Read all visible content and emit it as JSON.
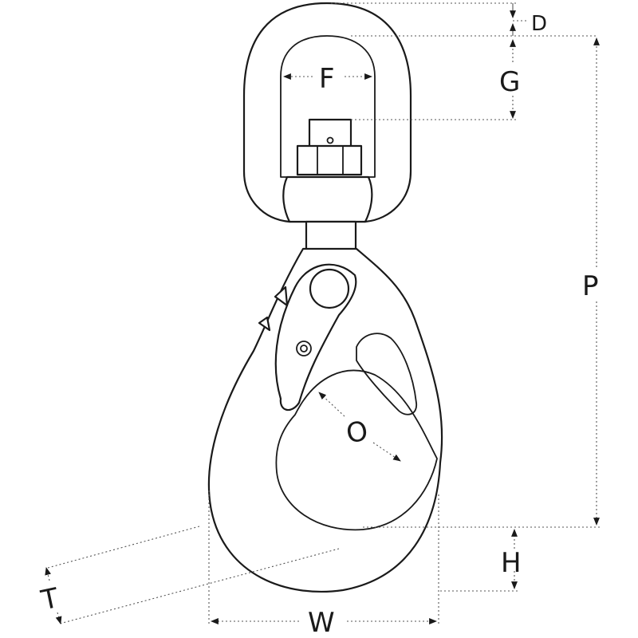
{
  "labels": {
    "D": "D",
    "F": "F",
    "G": "G",
    "P": "P",
    "O": "O",
    "H": "H",
    "T": "T",
    "W": "W"
  },
  "colors": {
    "line": "#1a1a1a",
    "dimension": "#555555",
    "background": "#ffffff"
  }
}
